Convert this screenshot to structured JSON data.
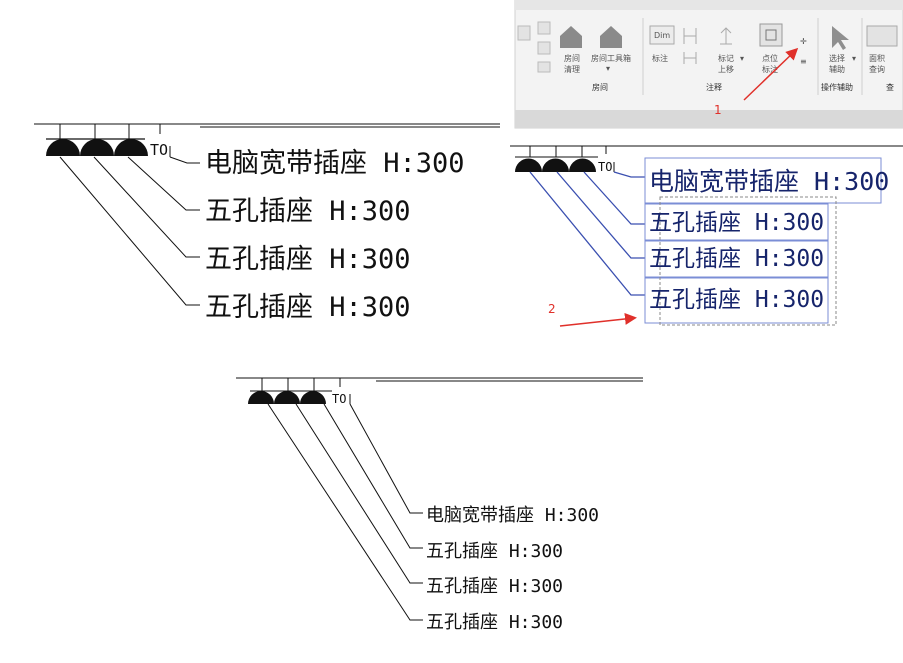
{
  "colors": {
    "ink": "#111111",
    "selection_blue": "#3a4fb0",
    "annotation_red": "#e0302a",
    "ribbon_bg": "#f3f3f3"
  },
  "ribbon": {
    "buttons": {
      "room_cleanup": [
        "房间",
        "清理"
      ],
      "room_toolbox": "房间工具箱",
      "dim": "Dim",
      "annotate": "标注",
      "mark_up": [
        "标记",
        "上移"
      ],
      "point_mark": [
        "点位",
        "标注"
      ],
      "select_assist": [
        "选择",
        "辅助"
      ],
      "area_query": [
        "面积",
        "查询"
      ]
    },
    "groups": {
      "room": "房间",
      "annotation": "注释",
      "operation_assist": "操作辅助"
    }
  },
  "annotations": {
    "step1": "1",
    "step2": "2"
  },
  "drawing": {
    "tag": "TO",
    "labels": [
      "电脑宽带插座 H:300",
      "五孔插座 H:300",
      "五孔插座 H:300",
      "五孔插座 H:300"
    ]
  }
}
